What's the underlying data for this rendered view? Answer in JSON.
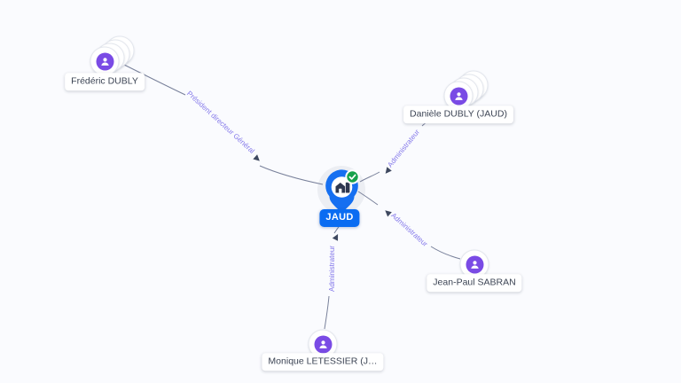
{
  "graph": {
    "company": {
      "name": "JAUD",
      "verified": true
    },
    "people": [
      {
        "name": "Frédéric DUBLY",
        "stacked": true
      },
      {
        "name": "Danièle DUBLY (JAUD)",
        "stacked": true
      },
      {
        "name": "Jean-Paul SABRAN",
        "stacked": false
      },
      {
        "name": "Monique LETESSIER (J…",
        "stacked": false
      }
    ],
    "edges": [
      {
        "role": "Président directeur Général",
        "from": "Frédéric DUBLY",
        "to": "JAUD"
      },
      {
        "role": "Administrateur",
        "from": "Danièle DUBLY (JAUD)",
        "to": "JAUD"
      },
      {
        "role": "Administrateur",
        "from": "Jean-Paul SABRAN",
        "to": "JAUD"
      },
      {
        "role": "Administrateur",
        "from": "Monique LETESSIER (J…",
        "to": "JAUD"
      }
    ],
    "colors": {
      "background": "#fafbfe",
      "edge": "#78809a",
      "edge_label": "#8478ea",
      "edge_arrow": "#3e485f",
      "company_pin": "#156ff1",
      "company_label_bg": "#0a6cf2",
      "person_avatar": "#7a4be5",
      "verified_badge": "#17a24b",
      "node_label_text": "#3c4454",
      "pin_halo": "#eceef3",
      "building_icon": "#2e3850"
    },
    "icons": {
      "company": "building-icon",
      "person": "person-icon",
      "verified": "check-badge-icon"
    }
  }
}
